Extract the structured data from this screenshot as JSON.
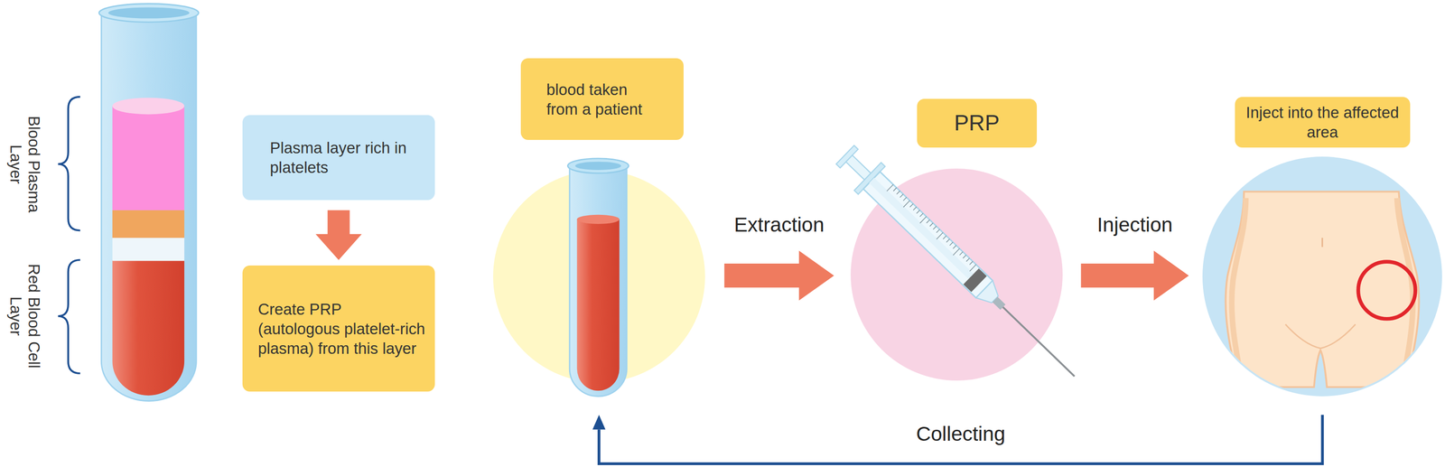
{
  "diagram": {
    "nodes": [
      {
        "text": [
          "Plasma layer rich in platelets"
        ]
      },
      {
        "text": [
          "Create PRP (autologous platelet-rich plasma) from this layer"
        ]
      },
      {
        "text": [
          "blood taken from a patient"
        ]
      },
      {
        "text": [
          "PRP"
        ]
      },
      {
        "text": [
          "Inject into the affected area"
        ]
      }
    ],
    "edges": [
      {
        "from": 0,
        "to": 1,
        "arrow": "to"
      },
      {
        "from": 2,
        "to": 3,
        "label": "Extraction",
        "arrow": "to"
      },
      {
        "from": 3,
        "to": 4,
        "label": "Injection",
        "arrow": "to"
      },
      {
        "from": 4,
        "to": 2,
        "label": "Collecting",
        "arrow": "to"
      }
    ],
    "labels": [
      "Blood Plasma Layer",
      "Red Blood Cell Layer"
    ]
  }
}
